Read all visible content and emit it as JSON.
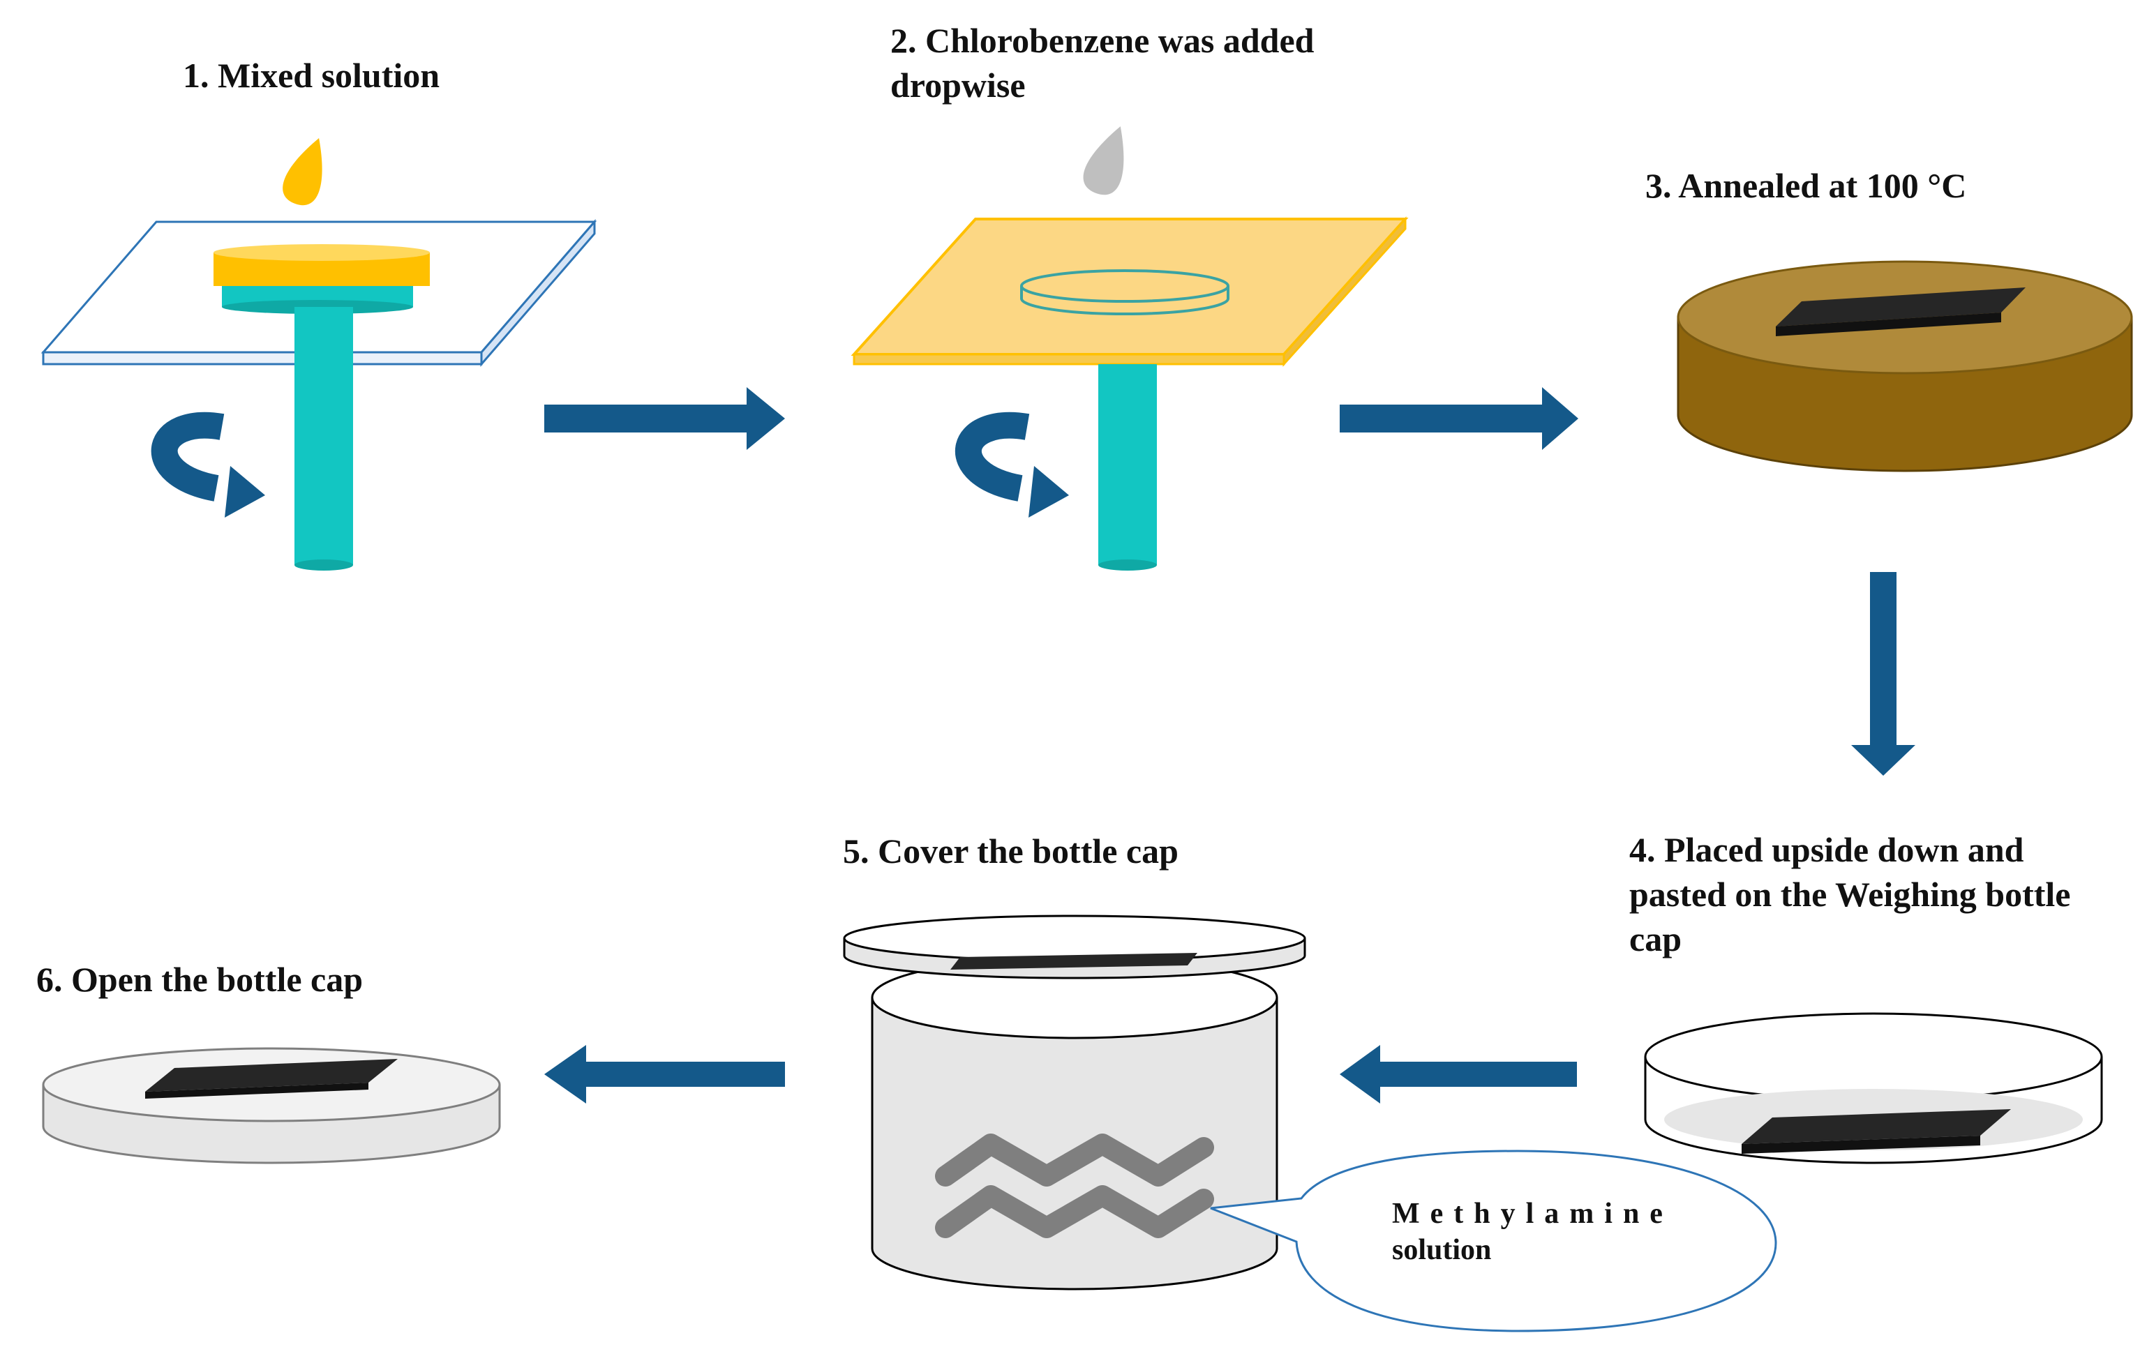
{
  "steps": {
    "s1": {
      "label": "1. Mixed solution"
    },
    "s2": {
      "line1": "2. Chlorobenzene was added",
      "line2": "dropwise"
    },
    "s3": {
      "label": "3. Annealed at 100 °C"
    },
    "s4": {
      "line1": "4. Placed upside down and",
      "line2": "pasted on the Weighing bottle",
      "line3": "cap"
    },
    "s5": {
      "label": "5. Cover the bottle cap"
    },
    "s6": {
      "label": "6. Open the bottle cap"
    }
  },
  "callout": {
    "line1": "Methylamine",
    "line2": "solution"
  },
  "icons": {
    "rotation": "curved-rotation-arrow-icon",
    "flow": "flow-arrow-icon",
    "droplet": "droplet-icon"
  },
  "colors": {
    "arrow_blue": "#14598a",
    "spin_teal": "#12c6c2",
    "yellow_drop": "#ffc000",
    "yellow_plate": "#fcd784",
    "grey_drop": "#bfbfbf",
    "hotplate": "#8f650d",
    "sample_black": "#262626",
    "outline_blue": "#2e75b6"
  }
}
